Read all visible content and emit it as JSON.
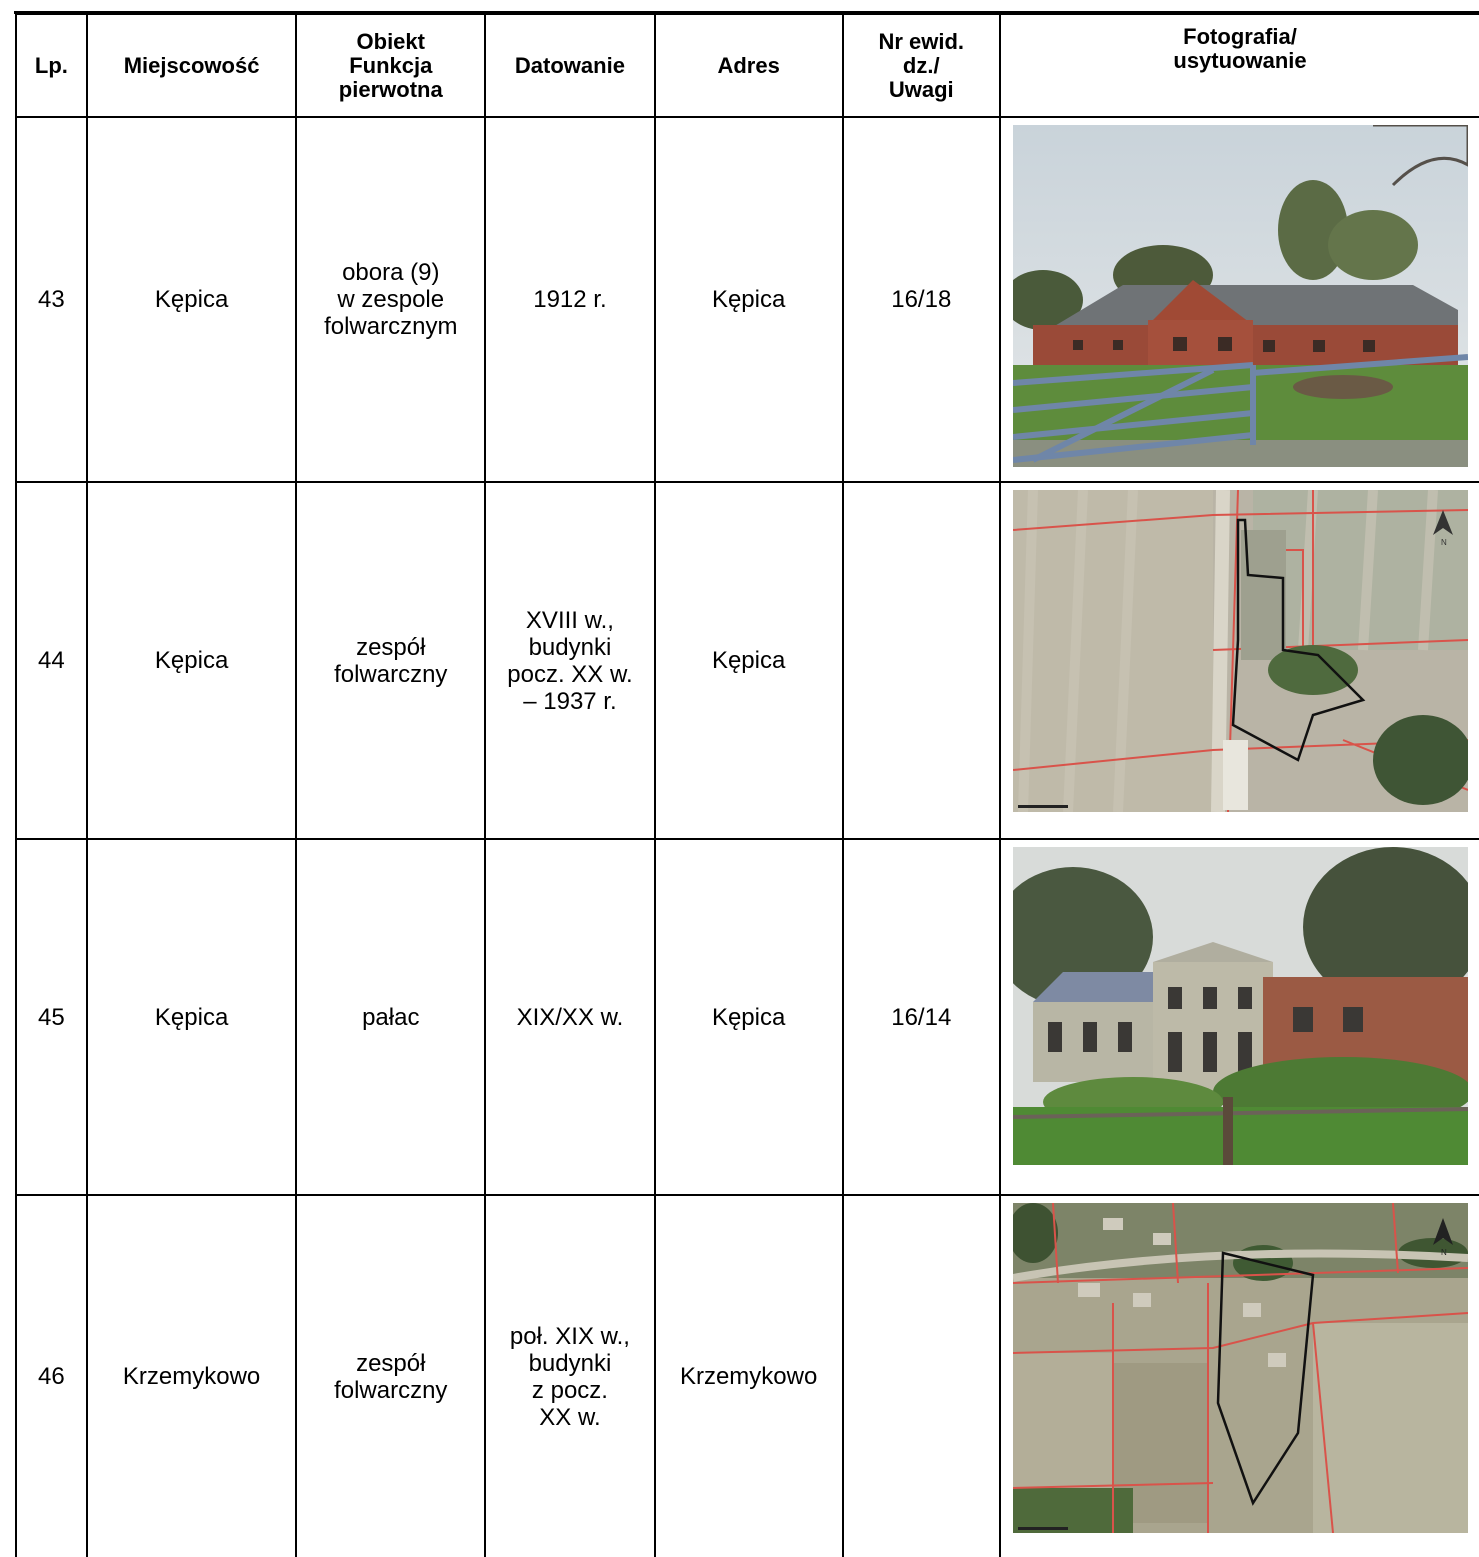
{
  "header": {
    "lp": "Lp.",
    "miejscowosc": "Miejscowość",
    "obiekt": [
      "Obiekt",
      "Funkcja",
      "pierwotna"
    ],
    "datowanie": "Datowanie",
    "adres": "Adres",
    "nr": [
      "Nr ewid.",
      "dz./",
      "Uwagi"
    ],
    "foto": [
      "Fotografia/",
      "usytuowanie"
    ]
  },
  "rows": [
    {
      "lp": "43",
      "miejscowosc": "Kępica",
      "obiekt": [
        "obora (9)",
        "w zespole",
        "folwarcznym"
      ],
      "datowanie": [
        "1912 r."
      ],
      "adres": "Kępica",
      "nr": "16/18",
      "image": "photo-barn"
    },
    {
      "lp": "44",
      "miejscowosc": "Kępica",
      "obiekt": [
        "zespół",
        "folwarczny"
      ],
      "datowanie": [
        "XVIII w.,",
        "budynki",
        "pocz. XX w.",
        "– 1937 r."
      ],
      "adres": "Kępica",
      "nr": "",
      "image": "map-kepica"
    },
    {
      "lp": "45",
      "miejscowosc": "Kępica",
      "obiekt": [
        "pałac"
      ],
      "datowanie": [
        "XIX/XX w."
      ],
      "adres": "Kępica",
      "nr": "16/14",
      "image": "photo-palace"
    },
    {
      "lp": "46",
      "miejscowosc": "Krzemykowo",
      "obiekt": [
        "zespół",
        "folwarczny"
      ],
      "datowanie": [
        "poł. XIX w.,",
        "budynki",
        "z pocz.",
        "XX w."
      ],
      "adres": "Krzemykowo",
      "nr": "",
      "image": "map-krzemykowo"
    }
  ],
  "map_labels": {
    "north": "N"
  }
}
